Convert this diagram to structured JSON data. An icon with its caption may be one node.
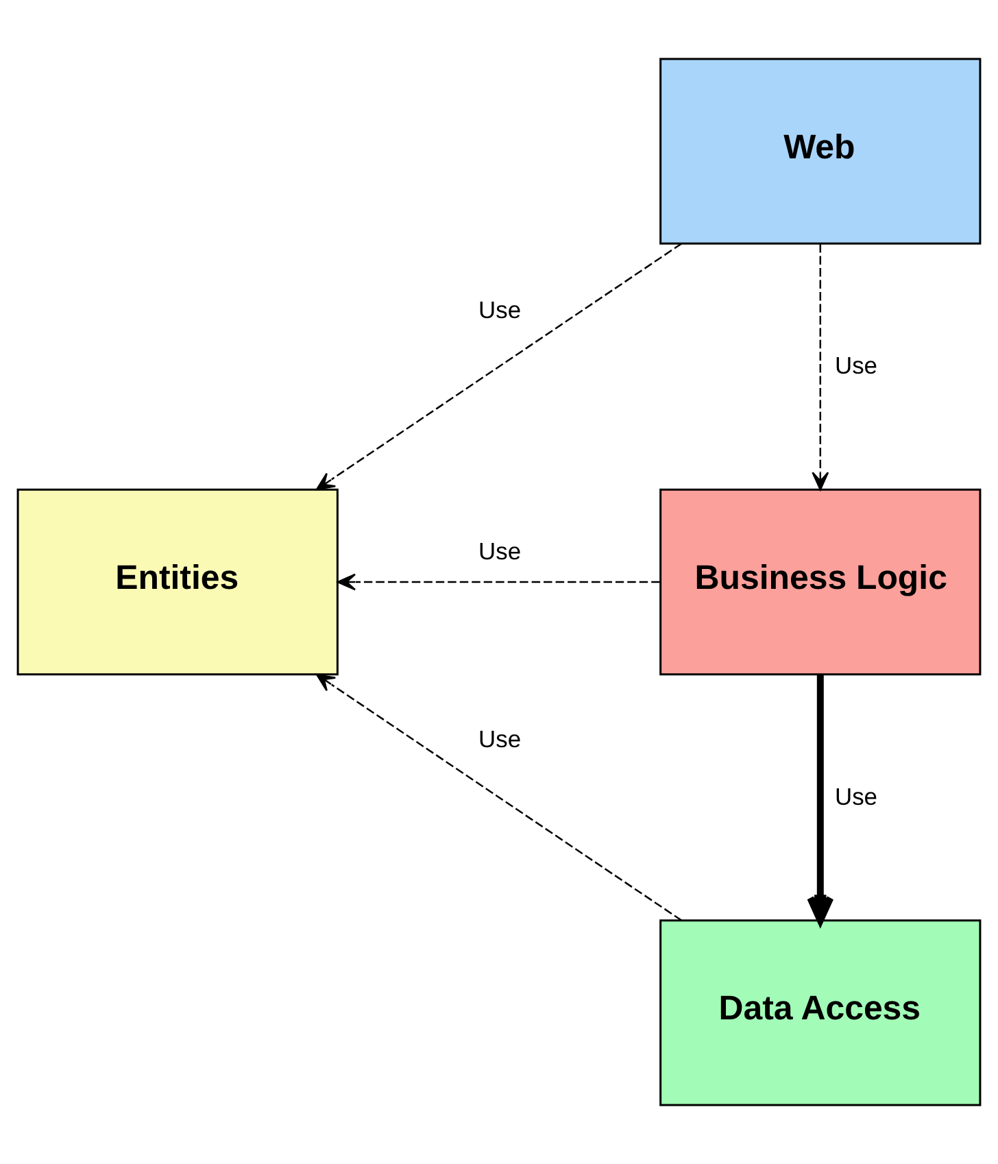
{
  "diagram": {
    "nodes": [
      {
        "text": [
          "Web"
        ]
      },
      {
        "text": [
          "Entities"
        ]
      },
      {
        "text": [
          "Business Logic"
        ]
      },
      {
        "text": [
          "Data Access"
        ]
      }
    ],
    "edges": [
      {
        "from": 0,
        "to": 1,
        "arrow": "to",
        "label": "Use",
        "style": "dashed"
      },
      {
        "from": 0,
        "to": 2,
        "arrow": "to",
        "label": "Use",
        "style": "dashed"
      },
      {
        "from": 2,
        "to": 1,
        "arrow": "to",
        "label": "Use",
        "style": "dashed"
      },
      {
        "from": 2,
        "to": 3,
        "arrow": "to",
        "label": "Use",
        "style": "thick"
      },
      {
        "from": 3,
        "to": 1,
        "arrow": "to",
        "label": "Use",
        "style": "dashed"
      }
    ]
  }
}
